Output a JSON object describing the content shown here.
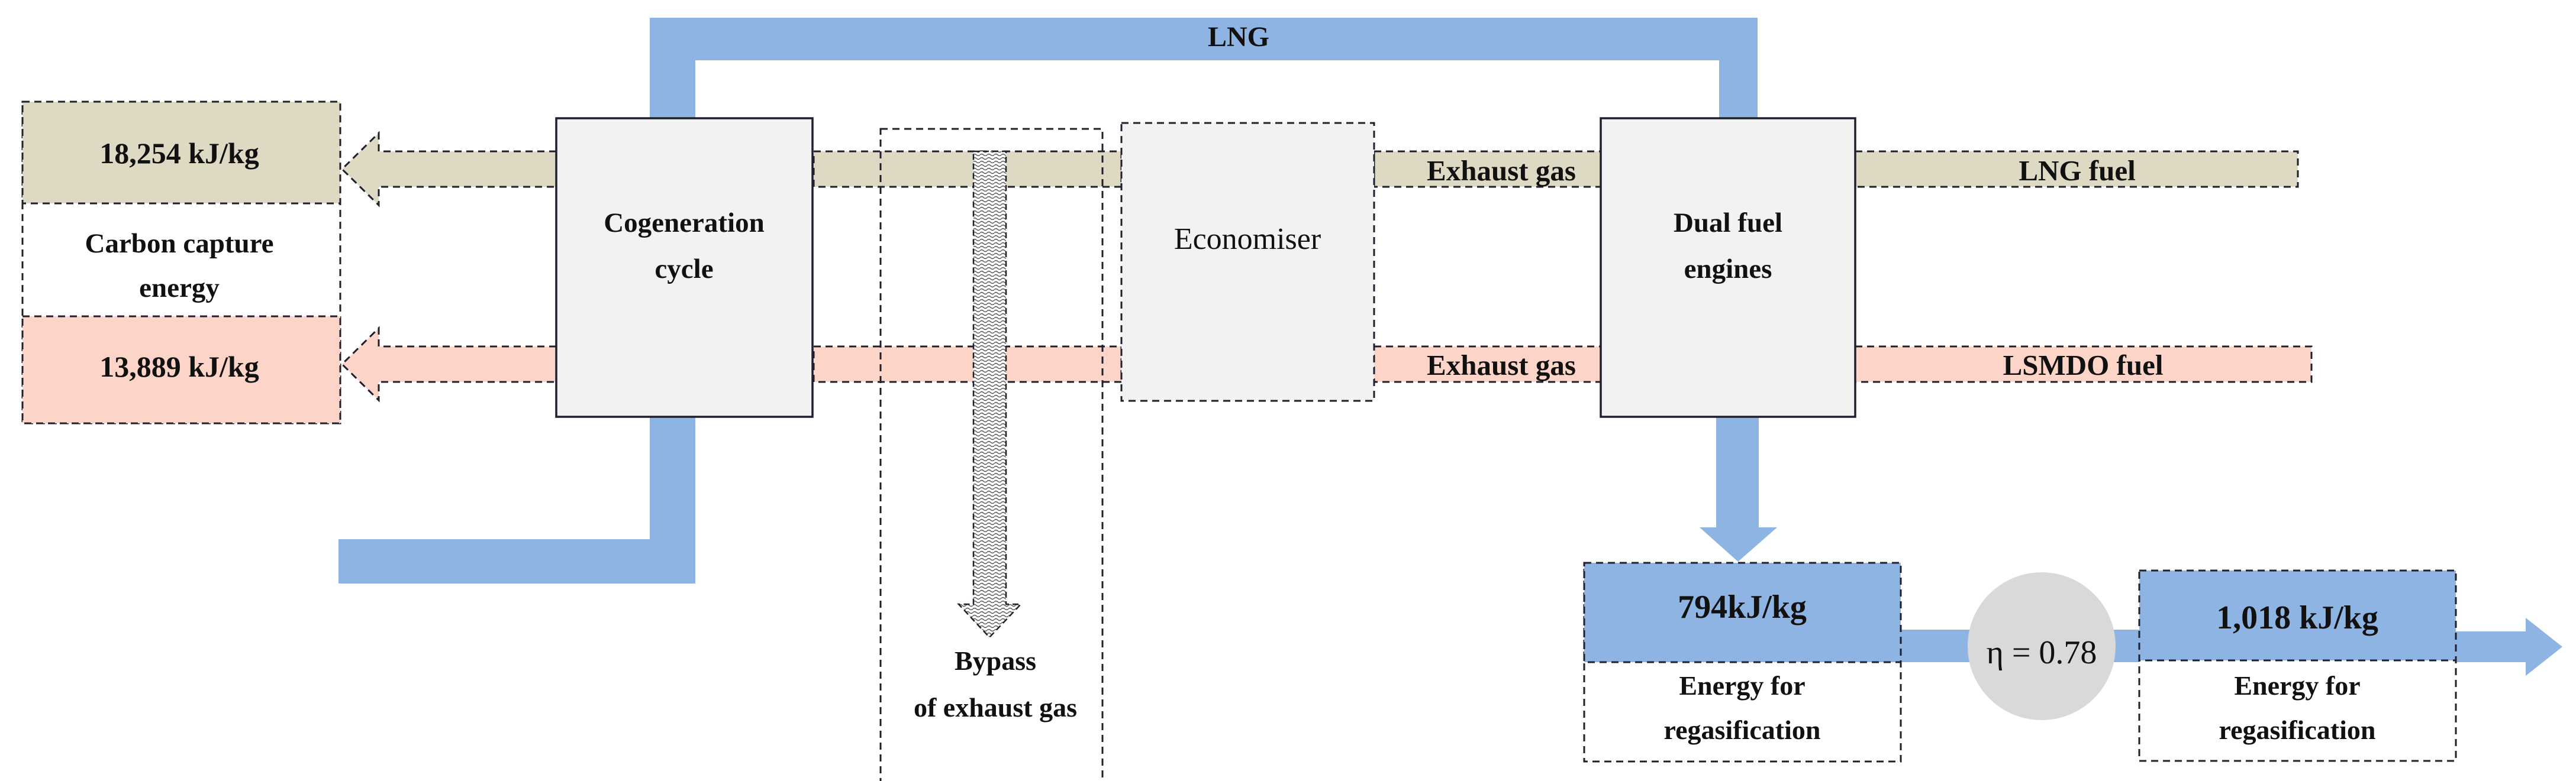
{
  "colors": {
    "lng_flow": "#8eb4e3",
    "lng_band": "#ddd9c3",
    "lsmdo_band": "#fdd5c8",
    "box_fill": "#f2f2f2",
    "eta_circle": "#d9d9d9",
    "stroke": "#1f1f2e"
  },
  "labels": {
    "lng_top": "LNG",
    "lng_energy": "18,254 kJ/kg",
    "carbon_capture_line1": "Carbon capture",
    "carbon_capture_line2": "energy",
    "lsmdo_energy": "13,889 kJ/kg",
    "cogeneration_line1": "Cogeneration",
    "cogeneration_line2": "cycle",
    "economiser": "Economiser",
    "exhaust_gas_lng": "Exhaust gas",
    "exhaust_gas_lsmdo": "Exhaust gas",
    "dual_fuel_line1": "Dual fuel",
    "dual_fuel_line2": "engines",
    "lng_fuel": "LNG fuel",
    "lsmdo_fuel": "LSMDO fuel",
    "bypass_line1": "Bypass",
    "bypass_line2": "of exhaust gas",
    "regas_energy_1": "794kJ/kg",
    "regas_label_1_line1": "Energy for",
    "regas_label_1_line2": "regasification",
    "efficiency": "η = 0.78",
    "regas_energy_2": "1,018 kJ/kg",
    "regas_label_2_line1": "Energy for",
    "regas_label_2_line2": "regasification"
  }
}
